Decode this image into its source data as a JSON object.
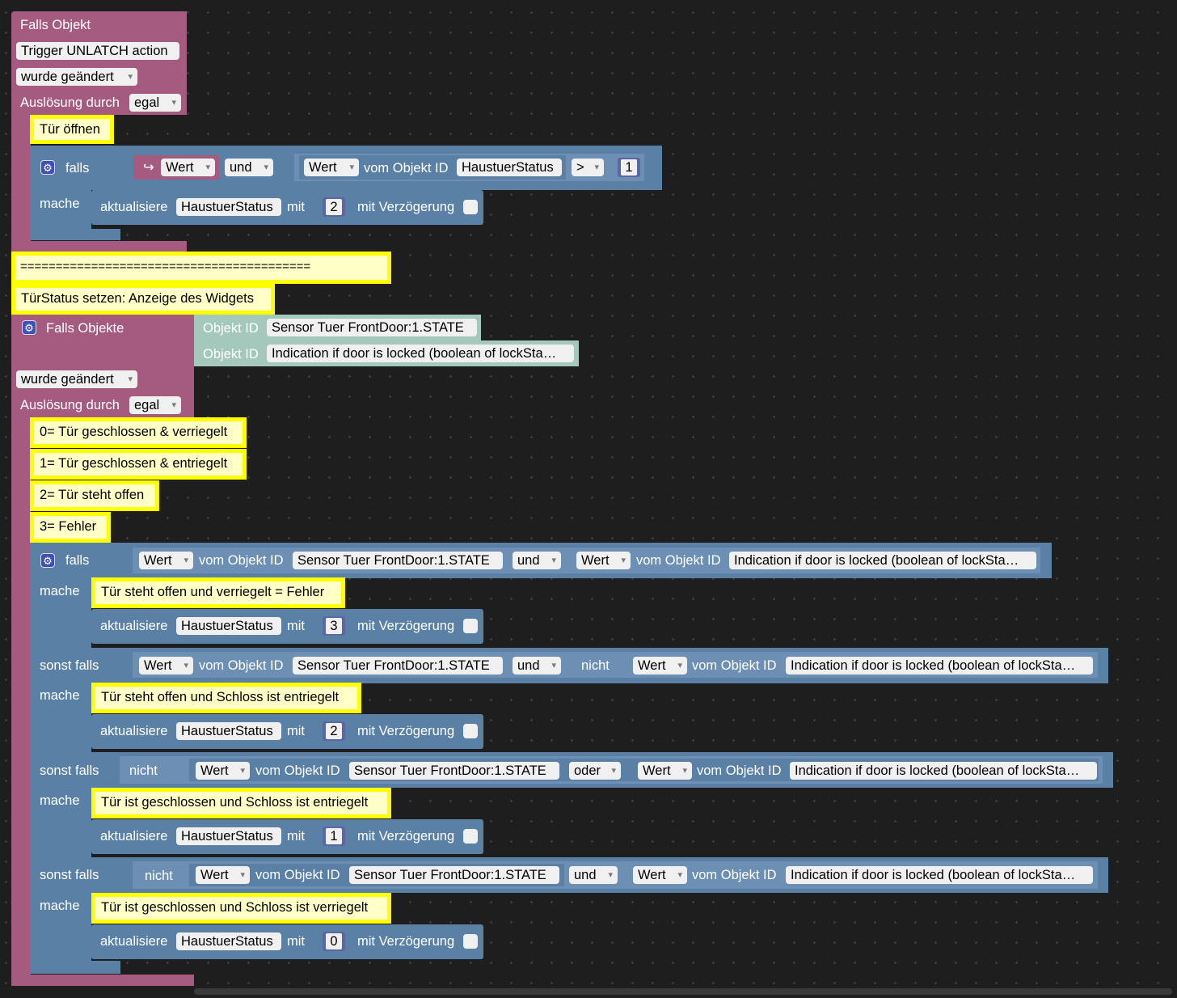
{
  "b1": {
    "title": "Falls Objekt",
    "trigger_field": "Trigger UNLATCH action",
    "changed": "wurde geändert",
    "ausl_label": "Auslösung durch",
    "ausl_value": "egal"
  },
  "c1": "Tür öffnen",
  "if1": {
    "falls": "falls",
    "wert": "Wert",
    "und": "und",
    "wert2": "Wert",
    "vom": "vom Objekt ID",
    "obj": "HaustuerStatus",
    "op": ">",
    "num": "1",
    "mache": "mache"
  },
  "upd1": {
    "label": "aktualisiere",
    "obj": "HaustuerStatus",
    "mit": "mit",
    "num": "2",
    "delay": "mit Verzögerung"
  },
  "c2": "=========================================",
  "c3": "TürStatus setzen: Anzeige des Widgets",
  "b2": {
    "title": "Falls Objekte",
    "oid": "Objekt ID",
    "id1": "Sensor Tuer FrontDoor:1.STATE",
    "id2": "Indication if door is locked (boolean of lockSta…",
    "changed": "wurde geändert",
    "ausl_label": "Auslösung durch",
    "ausl_value": "egal"
  },
  "c4": "0= Tür geschlossen & verriegelt",
  "c5": "1= Tür geschlossen & entriegelt",
  "c6": "2= Tür steht offen",
  "c7": "3= Fehler",
  "w": {
    "falls": "falls",
    "sonst": "sonst falls",
    "mache": "mache",
    "wert": "Wert",
    "vom": "vom Objekt ID",
    "sensor": "Sensor Tuer FrontDoor:1.STATE",
    "ind": "Indication if door is locked (boolean of lockSta…",
    "und": "und",
    "oder": "oder",
    "nicht": "nicht",
    "aktual": "aktualisiere",
    "obj": "HaustuerStatus",
    "mit": "mit",
    "delay": "mit Verzögerung"
  },
  "c8": "Tür steht offen und verriegelt = Fehler",
  "c9": "Tür steht offen und Schloss ist entriegelt",
  "c10": "Tür ist geschlossen und Schloss ist entriegelt",
  "c11": "Tür ist geschlossen und Schloss ist verriegelt",
  "nums": {
    "n1": "3",
    "n2": "2",
    "n3": "1",
    "n4": "0"
  }
}
